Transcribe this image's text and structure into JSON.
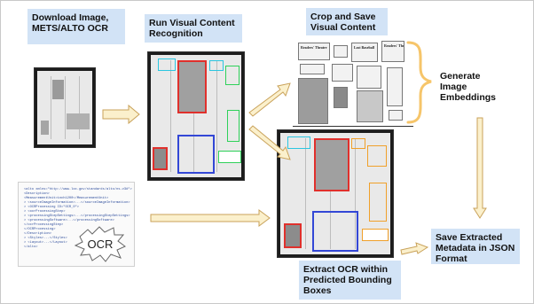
{
  "steps": {
    "download": "Download Image, METS/ALTO OCR",
    "recognize": "Run Visual Content Recognition",
    "crop": "Crop and Save Visual Content",
    "embeddings": "Generate Image Embeddings",
    "extract": "Extract OCR within Predicted Bounding Boxes",
    "save": "Save Extracted Metadata in JSON Format"
  },
  "ocr_badge": "OCR",
  "xml_lines": [
    "<alto xmlns=\"http://www.loc.gov/standards/alto/ns-v3#\">",
    "  <Description>",
    "    <MeasurementUnit>inch1200</MeasurementUnit>",
    "  > <sourceImageInformation>...</sourceImageInformation>",
    "  > <OCRProcessing ID=\"OCR_0\">",
    "    > <ocrProcessingStep>",
    "      > <processingStepSettings>...</processingStepSettings>",
    "      > <processingSoftware>...</processingSoftware>",
    "      </ocrProcessingStep>",
    "    </OCRProcessing>",
    "  </Description>",
    "  > <Styles>...</Styles>",
    "  > <Layout>...</Layout>",
    "  </alto>"
  ],
  "crop_titles": [
    "Readers' Theatre",
    "",
    "Lost Baseball",
    "Readers' Theatre",
    "",
    "",
    ""
  ],
  "colors": {
    "label_bg": "#d2e3f6",
    "arrow_fill": "#fbf0cc",
    "arrow_stroke": "#c9a25a",
    "box_red": "#e0302c",
    "box_blue": "#3347d6",
    "box_green": "#2fd15a",
    "box_cyan": "#2cc6e0",
    "box_orange": "#f0a02a"
  }
}
